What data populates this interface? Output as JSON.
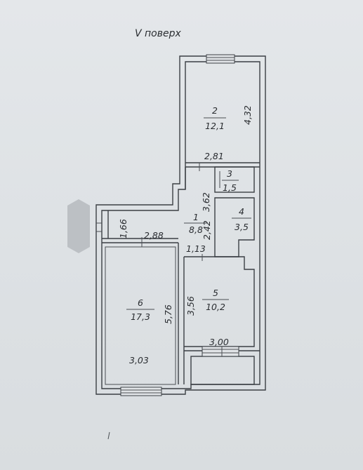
{
  "title": "V поверх",
  "rooms": [
    {
      "id": "1",
      "area": "8,8"
    },
    {
      "id": "2",
      "area": "12,1"
    },
    {
      "id": "3",
      "area": "1,5"
    },
    {
      "id": "4",
      "area": "3,5"
    },
    {
      "id": "5",
      "area": "10,2"
    },
    {
      "id": "6",
      "area": "17,3"
    }
  ],
  "dimensions": {
    "d432": "4,32",
    "d281": "2,81",
    "d362": "3,62",
    "d242": "2,42",
    "d166": "1,66",
    "d288": "2,88",
    "d113": "1,13",
    "d576": "5,76",
    "d356": "3,56",
    "d300": "3,00",
    "d303": "3,03"
  },
  "colors": {
    "wall": "#3b3f44",
    "paper": "#e1e4e7",
    "blur_patch": "#b4b8bc"
  }
}
